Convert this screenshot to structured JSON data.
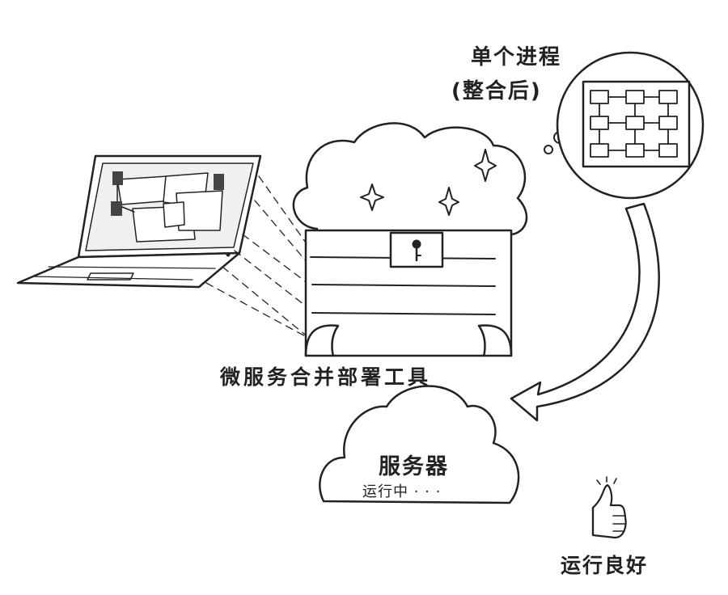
{
  "labels": {
    "single_process": "单个进程",
    "after_merge": "(整合后)",
    "tool": "微服务合并部署工具",
    "server": "服务器",
    "running": "运行中 · · ·",
    "good": "运行良好"
  },
  "colors": {
    "ink": "#222222",
    "paper": "#ffffff",
    "laptop_screen": "#f0f0f0"
  }
}
